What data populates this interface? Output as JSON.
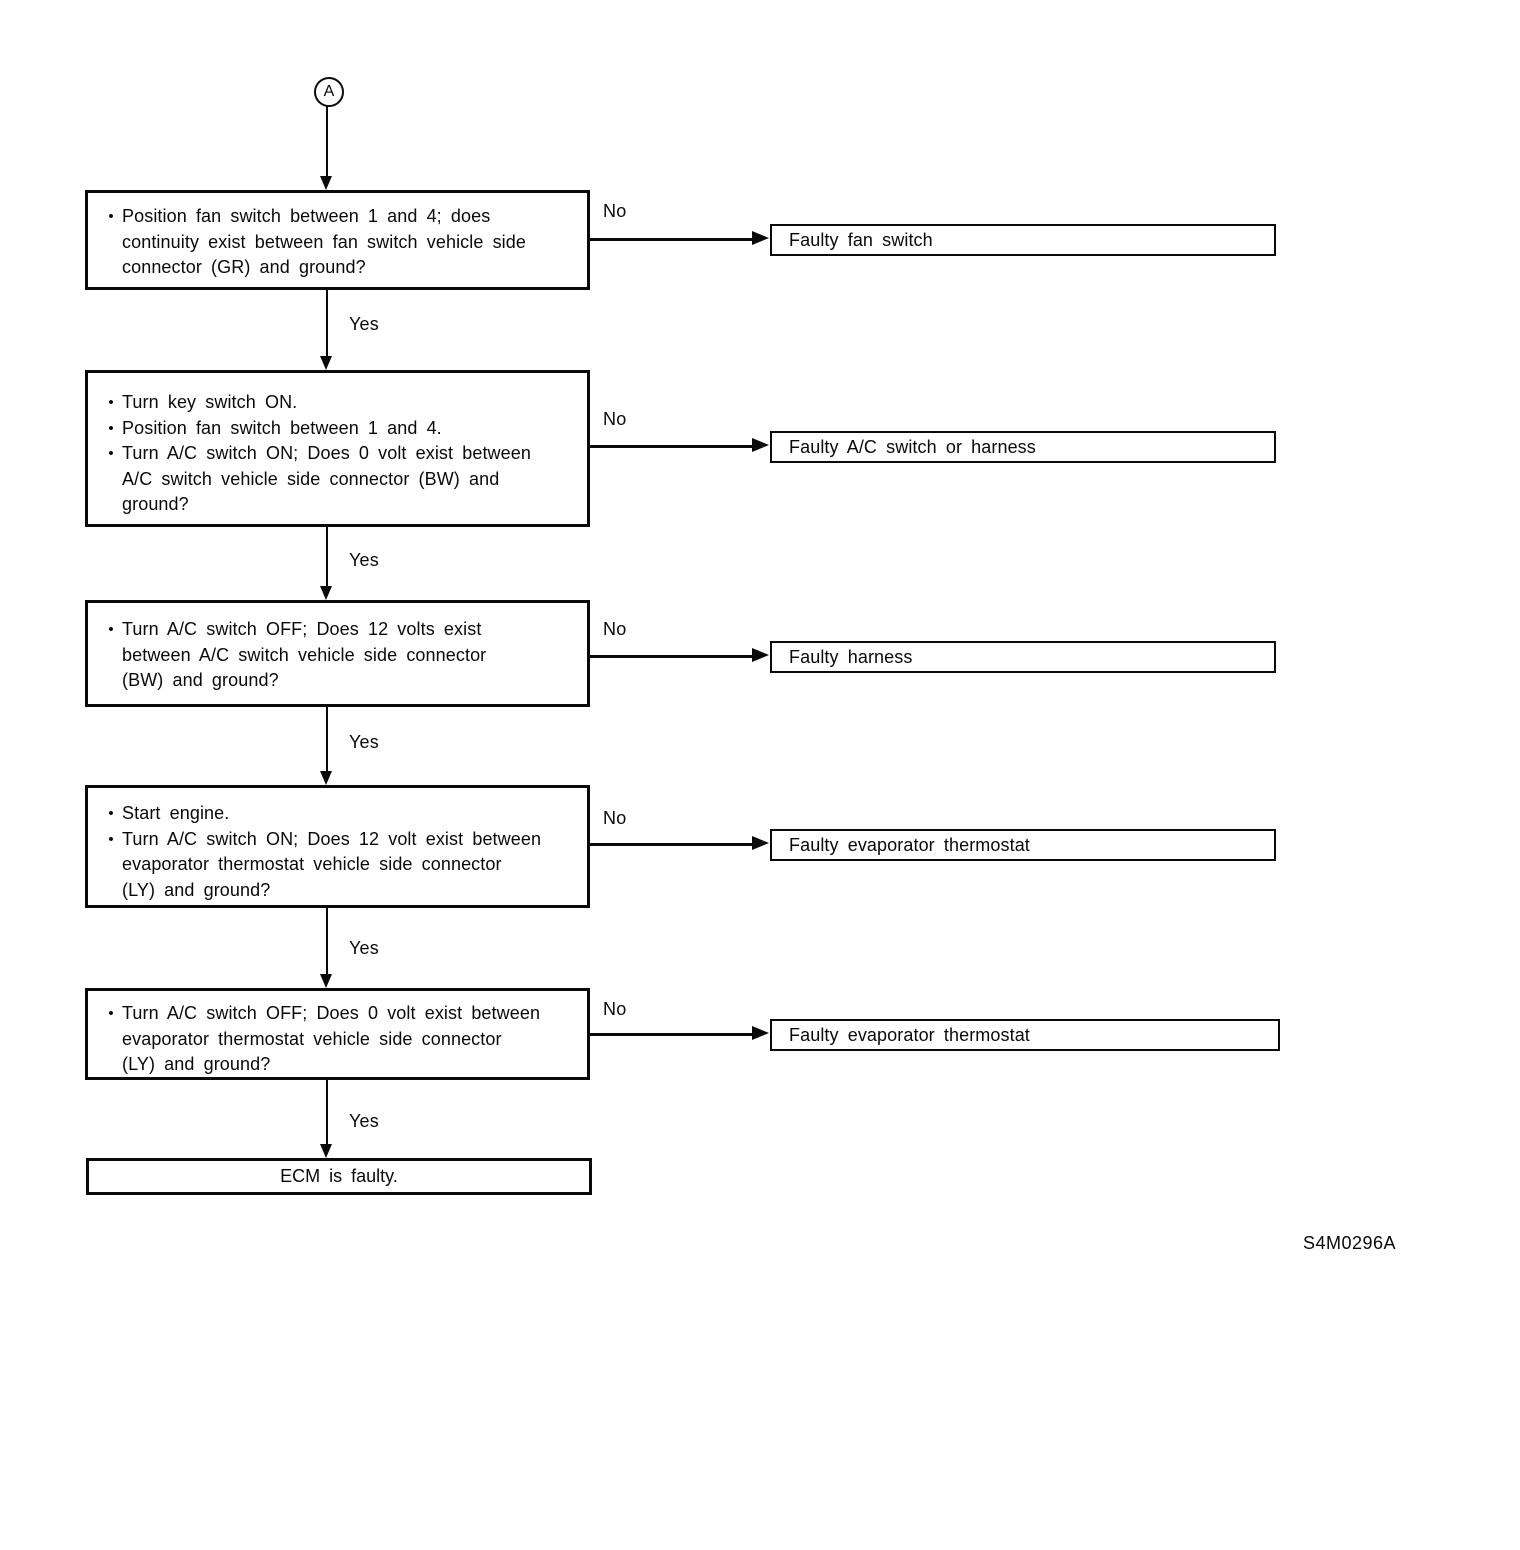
{
  "figure": {
    "connector_label": "A",
    "code": "S4M0296A"
  },
  "labels": {
    "yes": "Yes",
    "no": "No"
  },
  "steps": [
    {
      "bullets": [
        "Position fan switch between 1 and 4; does continuity exist between fan switch vehicle side connector (GR) and ground?"
      ],
      "no_result": "Faulty fan switch"
    },
    {
      "bullets": [
        "Turn key switch ON.",
        "Position fan switch between 1 and 4.",
        "Turn A/C switch ON; Does 0 volt exist between A/C switch vehicle side connector (BW) and ground?"
      ],
      "no_result": "Faulty A/C switch or harness"
    },
    {
      "bullets": [
        "Turn A/C switch OFF; Does 12 volts exist between A/C switch vehicle side connector (BW) and ground?"
      ],
      "no_result": "Faulty harness"
    },
    {
      "bullets": [
        "Start engine.",
        "Turn A/C switch ON; Does 12 volt exist between evaporator thermostat vehicle side connector (LY) and ground?"
      ],
      "no_result": "Faulty evaporator thermostat"
    },
    {
      "bullets": [
        "Turn A/C switch OFF; Does 0 volt exist between evaporator thermostat vehicle side connector (LY) and ground?"
      ],
      "no_result": "Faulty evaporator thermostat"
    }
  ],
  "final_result": "ECM is faulty."
}
